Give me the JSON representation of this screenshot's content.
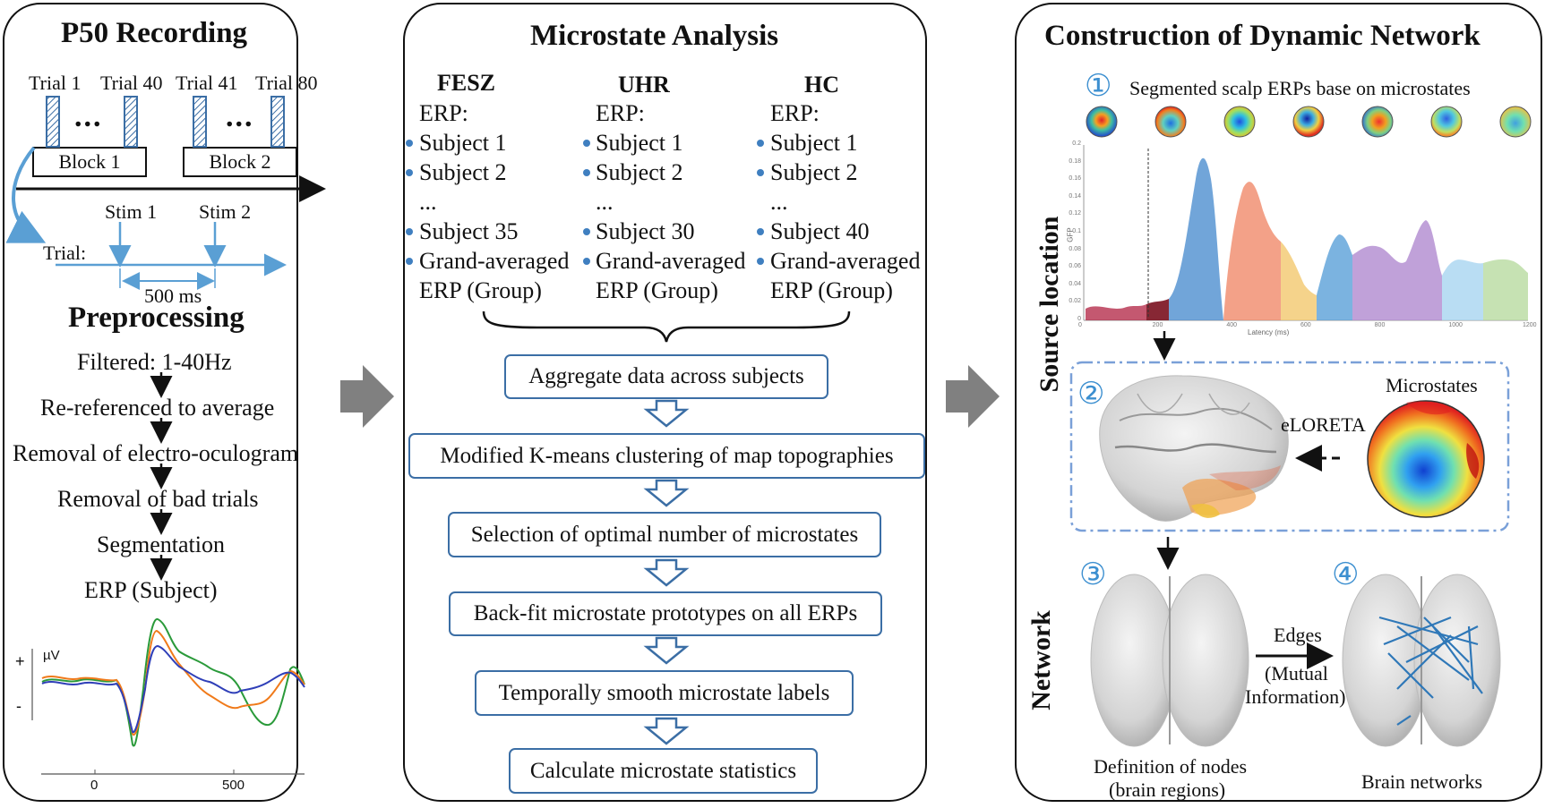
{
  "panel1": {
    "title": "P50 Recording",
    "trials": [
      "Trial 1",
      "Trial 40",
      "Trial 41",
      "Trial 80"
    ],
    "dots": "...",
    "blocks": [
      "Block 1",
      "Block 2"
    ],
    "stims": [
      "Stim 1",
      "Stim 2"
    ],
    "trial_label": "Trial:",
    "interval": "500 ms",
    "preprocessing_title": "Preprocessing",
    "steps": [
      "Filtered: 1-40Hz",
      "Re-referenced to average",
      "Removal of electro-oculogram",
      "Removal of bad trials",
      "Segmentation",
      "ERP (Subject)"
    ],
    "erp_plot": {
      "ylabel": "µV",
      "plus": "+",
      "minus": "-",
      "xticks": [
        "0",
        "500"
      ],
      "colors": [
        "#2a9a3a",
        "#f07a1a",
        "#2f3fb8"
      ]
    }
  },
  "panel2": {
    "title": "Microstate Analysis",
    "groups": [
      {
        "name": "FESZ",
        "erp": "ERP:",
        "items": [
          "Subject 1",
          "Subject 2",
          "...",
          "Subject 35",
          "Grand-averaged",
          "ERP (Group)"
        ]
      },
      {
        "name": "UHR",
        "erp": "ERP:",
        "items": [
          "Subject 1",
          "Subject 2",
          "...",
          "Subject 30",
          "Grand-averaged",
          "ERP (Group)"
        ]
      },
      {
        "name": "HC",
        "erp": "ERP:",
        "items": [
          "Subject 1",
          "Subject 2",
          "...",
          "Subject 40",
          "Grand-averaged",
          "ERP (Group)"
        ]
      }
    ],
    "steps": [
      "Aggregate data across subjects",
      "Modified K-means clustering of map topographies",
      "Selection of optimal number of microstates",
      "Back-fit microstate prototypes on all ERPs",
      "Temporally smooth microstate labels",
      "Calculate microstate statistics"
    ]
  },
  "panel3": {
    "title": "Construction of Dynamic Network",
    "step1_num": "①",
    "step1_label": "Segmented scalp ERPs base on microstates",
    "side_label_source": "Source location",
    "side_label_network": "Network",
    "step2_num": "②",
    "eloreta": "eLORETA",
    "microstates": "Microstates",
    "step3_num": "③",
    "step4_num": "④",
    "edges": "Edges",
    "mutual_info": [
      "(Mutual",
      "Information)"
    ],
    "nodes_caption": [
      "Definition of nodes",
      "(brain regions)"
    ],
    "networks_caption": "Brain networks",
    "gfp_plot": {
      "ylabel": "GFP",
      "xlabel": "Latency (ms)",
      "yticks": [
        "0",
        "0.02",
        "0.04",
        "0.06",
        "0.08",
        "0.1",
        "0.12",
        "0.14",
        "0.16",
        "0.18",
        "0.2"
      ],
      "xticks": [
        "0",
        "200",
        "400",
        "600",
        "800",
        "1000",
        "1200"
      ],
      "segment_colors": [
        "#b02040",
        "#7a0f1e",
        "#4e8fcf",
        "#f08a6a",
        "#f3c86e",
        "#5aa0d8",
        "#b08ad0",
        "#a8d4f0",
        "#b8dba0"
      ]
    }
  }
}
